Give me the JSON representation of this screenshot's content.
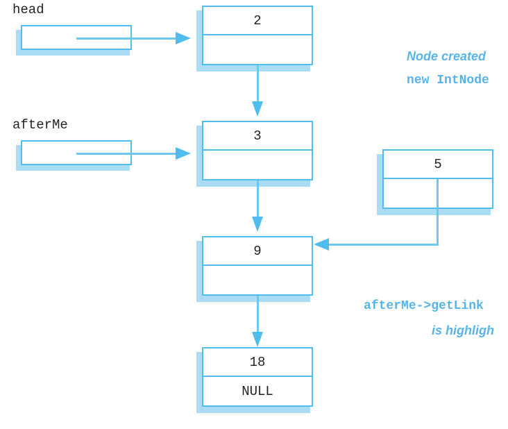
{
  "diagram": {
    "title": "Linked list node insertion diagram",
    "colors": {
      "outline": "#4fbdee",
      "shadow": "#aadcf5",
      "connector": "#6dc8f0",
      "annotation": "#58b4e8",
      "text": "#231f20",
      "background": "#ffffff"
    }
  },
  "pointers": [
    {
      "label": "head",
      "target": "2"
    },
    {
      "label": "afterMe",
      "target": "3"
    }
  ],
  "nodes": [
    {
      "value": "2",
      "link": ""
    },
    {
      "value": "3",
      "link": ""
    },
    {
      "value": "9",
      "link": ""
    },
    {
      "value": "18",
      "link": "NULL"
    },
    {
      "value": "5",
      "link": ""
    }
  ],
  "annotations": [
    {
      "id": "node-created",
      "text": "Node created ",
      "style": "italic"
    },
    {
      "id": "new-intnode",
      "text": "new IntNode",
      "style": "mono"
    },
    {
      "id": "afterme-link",
      "text": "afterMe->getLink",
      "style": "mono"
    },
    {
      "id": "is-highlight",
      "text": "is highligh",
      "style": "italic"
    }
  ]
}
